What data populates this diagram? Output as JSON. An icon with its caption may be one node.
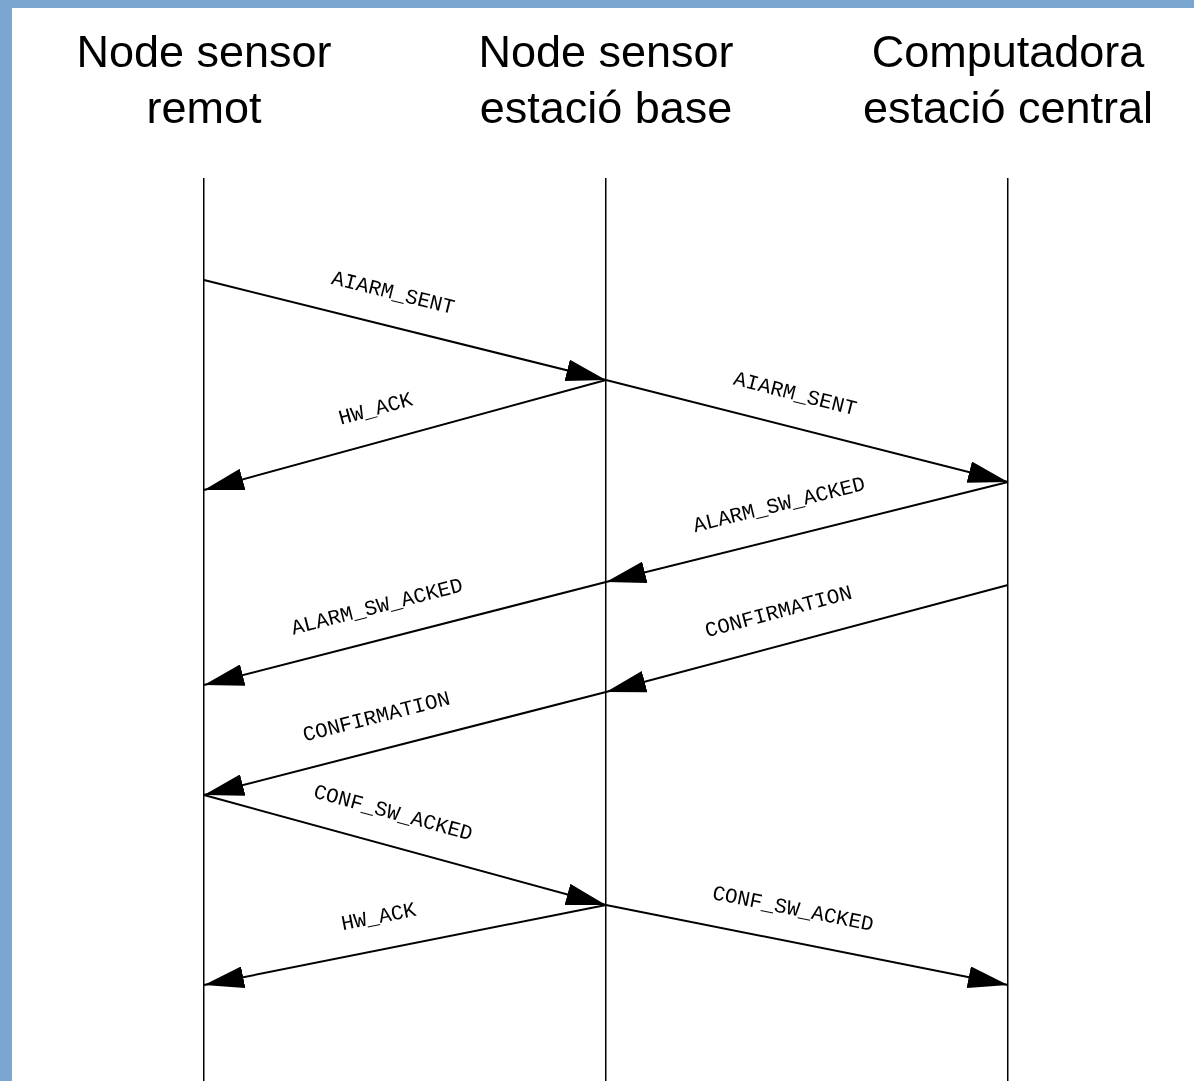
{
  "diagram": {
    "nodes": [
      {
        "text": [
          "Node sensor remot"
        ]
      },
      {
        "text": [
          "Node sensor estació base"
        ]
      },
      {
        "text": [
          "Computadora estació central"
        ]
      }
    ],
    "edges": [
      {
        "from": 0,
        "to": 1,
        "arrow": "to",
        "label": "AIARM_SENT"
      },
      {
        "from": 1,
        "to": 2,
        "arrow": "to",
        "label": "AIARM_SENT"
      },
      {
        "from": 1,
        "to": 0,
        "arrow": "to",
        "label": "HW_ACK"
      },
      {
        "from": 2,
        "to": 1,
        "arrow": "to",
        "label": "ALARM_SW_ACKED"
      },
      {
        "from": 1,
        "to": 0,
        "arrow": "to",
        "label": "ALARM_SW_ACKED"
      },
      {
        "from": 2,
        "to": 1,
        "arrow": "to",
        "label": "CONFIRMATION"
      },
      {
        "from": 1,
        "to": 0,
        "arrow": "to",
        "label": "CONFIRMATION"
      },
      {
        "from": 0,
        "to": 1,
        "arrow": "to",
        "label": "CONF_SW_ACKED"
      },
      {
        "from": 1,
        "to": 2,
        "arrow": "to",
        "label": "CONF_SW_ACKED"
      },
      {
        "from": 1,
        "to": 0,
        "arrow": "to",
        "label": "HW_ACK"
      }
    ]
  }
}
